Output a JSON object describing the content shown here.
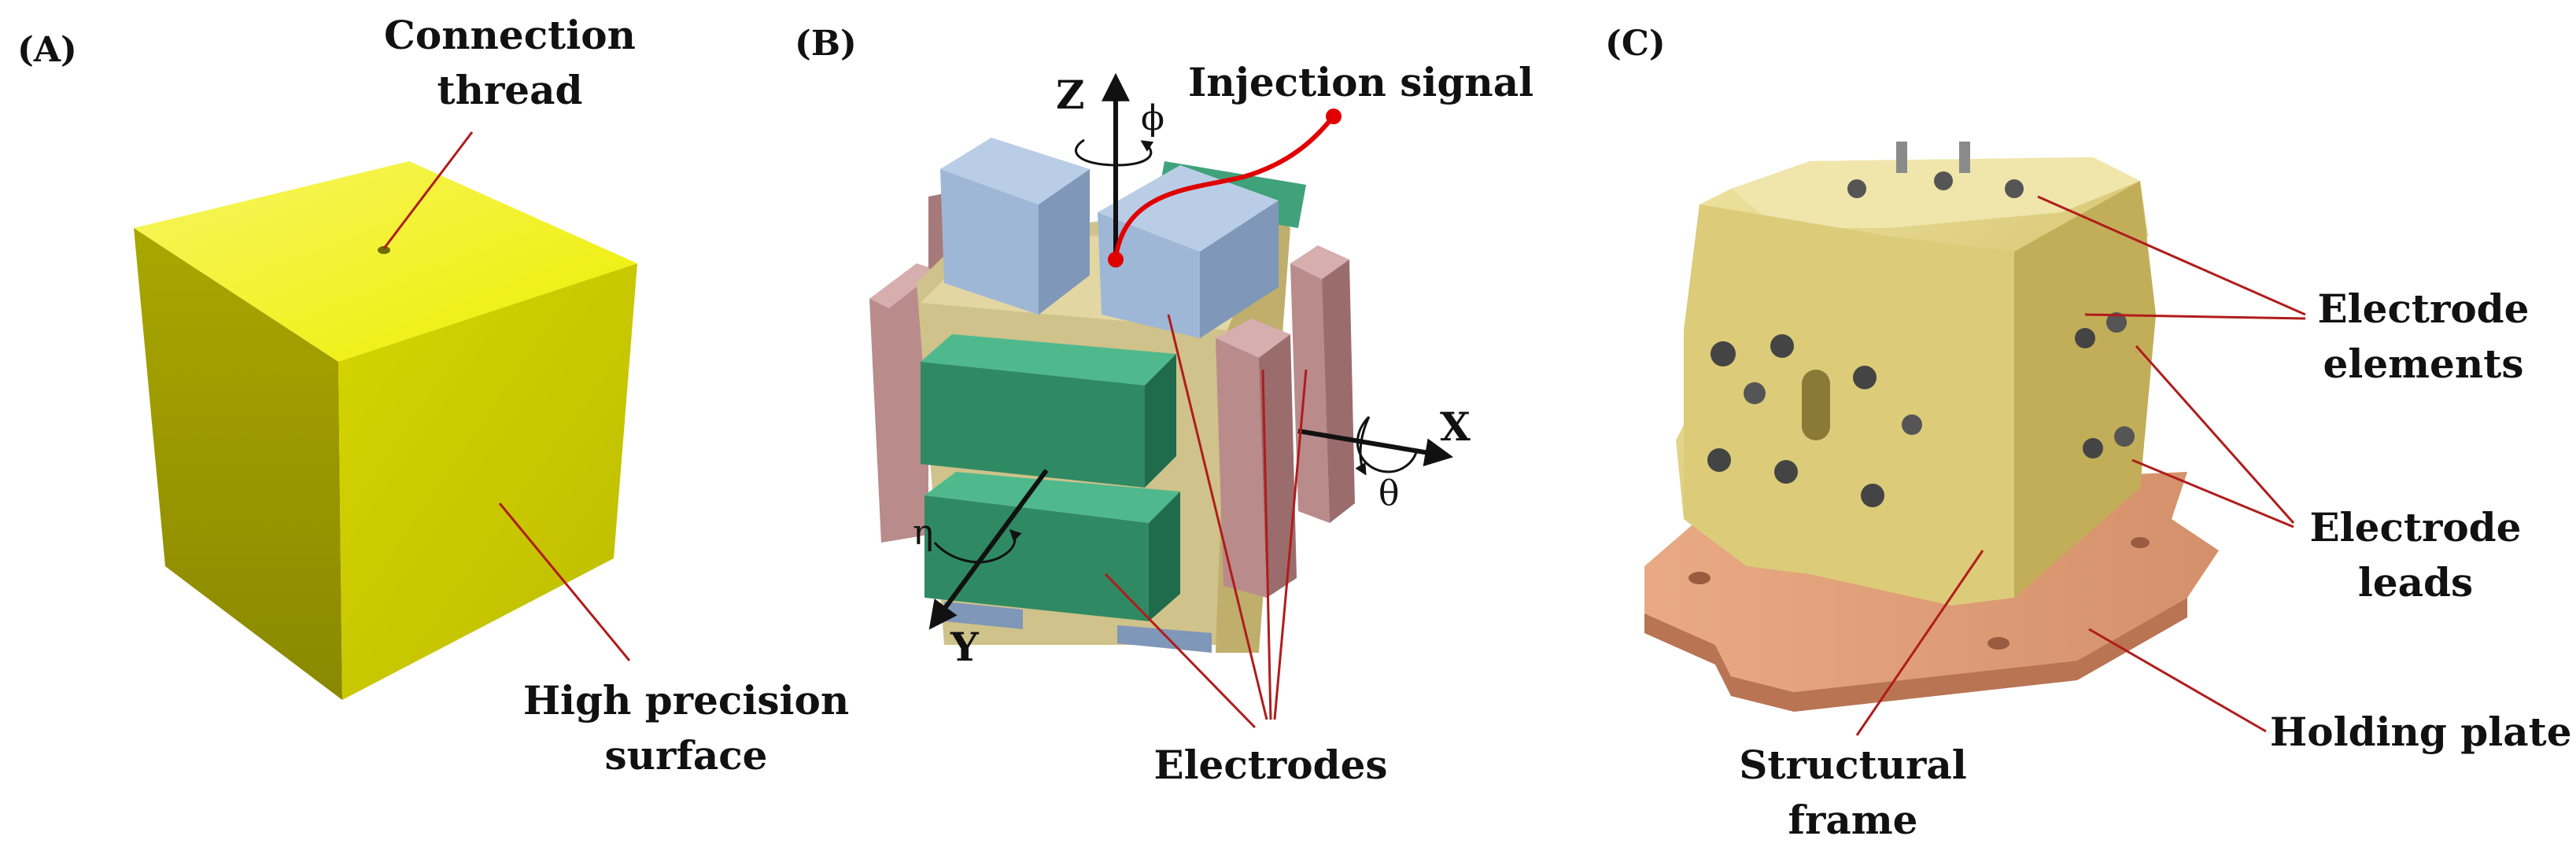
{
  "panels": {
    "a": {
      "label": "(A)",
      "connection_thread": [
        "Connection",
        "thread"
      ],
      "surface": [
        "High precision",
        "surface"
      ]
    },
    "b": {
      "label": "(B)",
      "injection_signal": "Injection signal",
      "electrodes": "Electrodes",
      "axes": {
        "z": "Z",
        "x": "X",
        "y": "Y",
        "phi": "ϕ",
        "theta": "θ",
        "eta": "η"
      }
    },
    "c": {
      "label": "(C)",
      "electrode_elements": [
        "Electrode",
        "elements"
      ],
      "electrode_leads": [
        "Electrode",
        "leads"
      ],
      "holding_plate": "Holding plate",
      "structural_frame": [
        "Structural",
        "frame"
      ]
    }
  },
  "colors": {
    "cube_top": "#f4f300",
    "cube_left": "#9c9a00",
    "cube_right": "#c9c800",
    "electrode_blue": "#9fb7d6",
    "electrode_green": "#2f8a63",
    "electrode_pink": "#b98b8b",
    "proof_mass": "#e2d7a3",
    "frame_gold": "#d8c870",
    "plate_copper": "#e2a07a",
    "leader": "#b01c1c",
    "signal": "#e00000"
  }
}
